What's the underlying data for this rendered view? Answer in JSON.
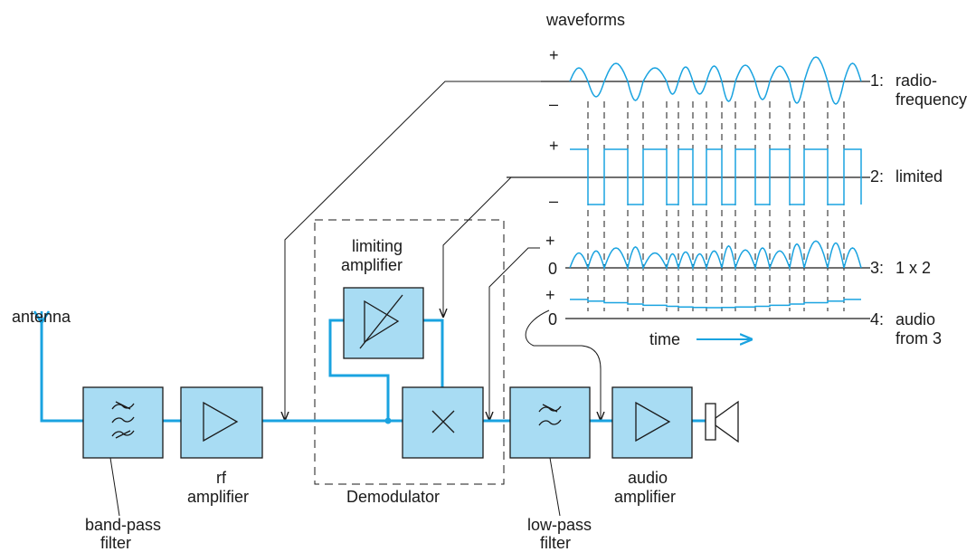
{
  "waveforms": {
    "title": "waveforms",
    "traces": [
      {
        "label_number": "1:",
        "label_lines": [
          "radio-",
          "frequency"
        ]
      },
      {
        "label_number": "2:",
        "label_lines": [
          "limited"
        ]
      },
      {
        "label_number": "3:",
        "label_lines": [
          "1 x 2"
        ]
      },
      {
        "label_number": "4:",
        "label_lines": [
          "audio",
          "from 3"
        ]
      }
    ],
    "signs": {
      "plus": "+",
      "minus": "–",
      "zero": "0"
    },
    "time_label": "time"
  },
  "blocks": {
    "antenna": "antenna",
    "bandpass": [
      "band-pass",
      "filter"
    ],
    "rf": [
      "rf",
      "amplifier"
    ],
    "limiting": [
      "limiting",
      "amplifier"
    ],
    "demodulator": "Demodulator",
    "lowpass": [
      "low-pass",
      "filter"
    ],
    "audio": [
      "audio",
      "amplifier"
    ]
  },
  "colors": {
    "signal": "#1aa3e0",
    "block_fill": "#a8dcf3",
    "ink": "#1a1a1a"
  }
}
